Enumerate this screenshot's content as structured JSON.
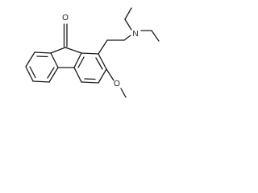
{
  "molecule": {
    "atoms": {
      "carbonyl_oxygen": "O",
      "methoxy_oxygen": "O",
      "amine_nitrogen": "N"
    }
  },
  "colors": {
    "background": "#ffffff",
    "bond": "#1a1a1a",
    "label": "#1a1a1a"
  }
}
